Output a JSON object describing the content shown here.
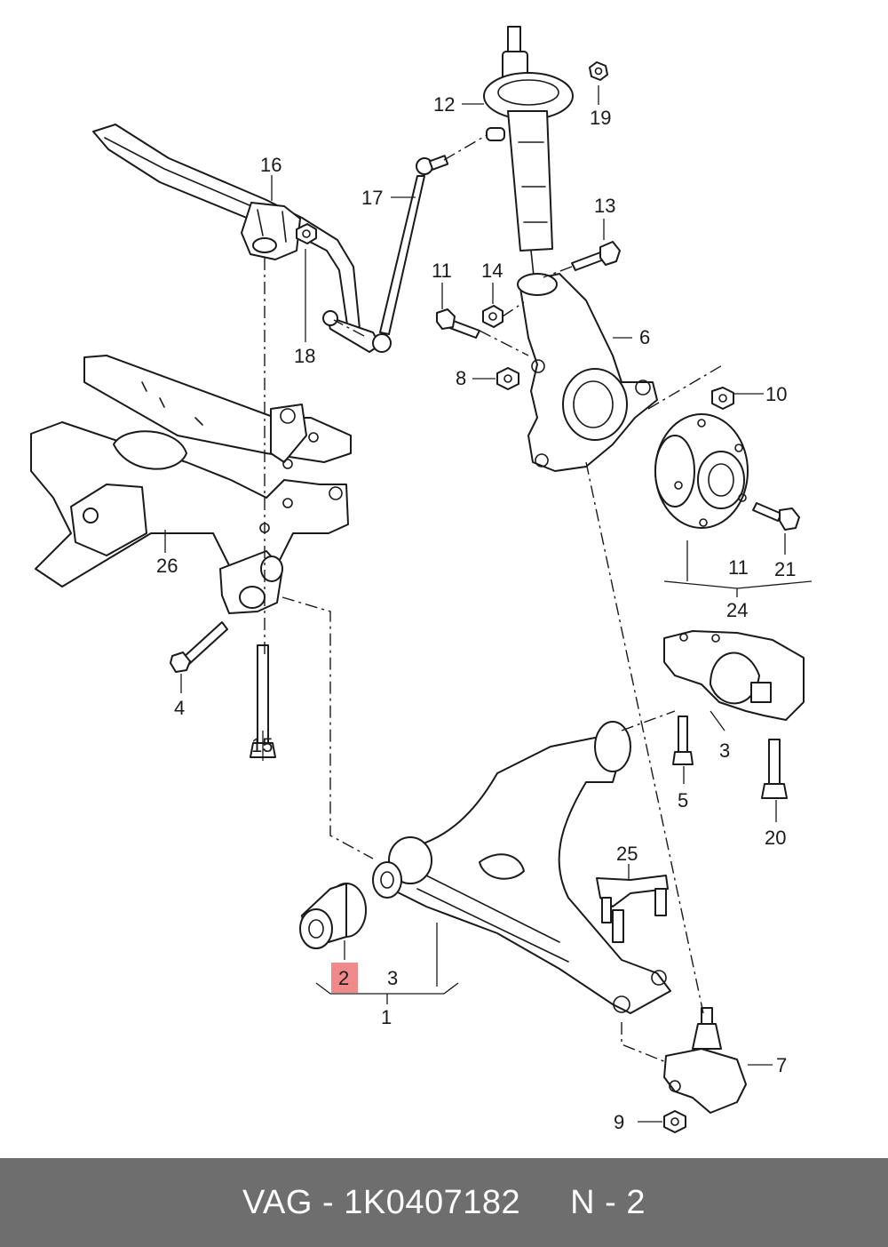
{
  "callouts": {
    "c1": "1",
    "c2": "2",
    "c3a": "3",
    "c3b": "3",
    "c4": "4",
    "c5": "5",
    "c6": "6",
    "c7": "7",
    "c8": "8",
    "c9": "9",
    "c10": "10",
    "c11a": "11",
    "c11b": "11",
    "c12": "12",
    "c13": "13",
    "c14": "14",
    "c15": "15",
    "c16": "16",
    "c17": "17",
    "c18": "18",
    "c19": "19",
    "c20": "20",
    "c21": "21",
    "c24": "24",
    "c25": "25",
    "c26": "26"
  },
  "highlighted_callout": "2",
  "colors": {
    "highlight": "#f08a8a",
    "footer_bg": "#6e6e6e",
    "footer_text": "#ffffff"
  },
  "footer": {
    "brand": "VAG",
    "separator": " - ",
    "part_number": "1K0407182",
    "position_label": "N - 2"
  }
}
